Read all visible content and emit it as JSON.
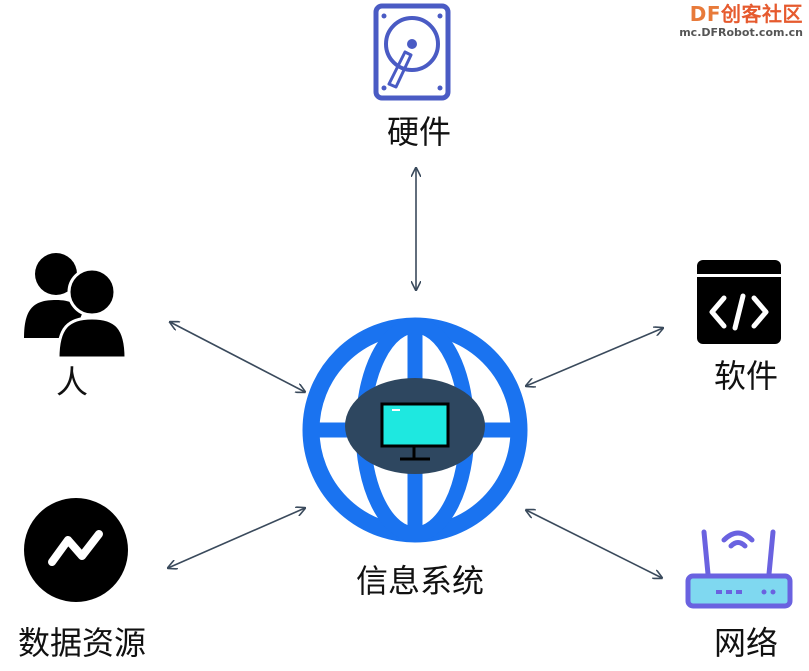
{
  "diagram": {
    "center_label": "信息系统",
    "nodes": {
      "hardware": {
        "label": "硬件",
        "icon": "hard-drive-icon"
      },
      "software": {
        "label": "软件",
        "icon": "code-window-icon"
      },
      "network": {
        "label": "网络",
        "icon": "wifi-router-icon"
      },
      "data": {
        "label": "数据资源",
        "icon": "chart-line-circle-icon"
      },
      "people": {
        "label": "人",
        "icon": "users-icon"
      }
    },
    "center_icon": "globe-monitor-icon"
  },
  "watermark": {
    "brand_prefix": "DF",
    "brand_name": "创客社区",
    "url": "mc.DFRobot.com.cn"
  },
  "colors": {
    "globe": "#1a73f0",
    "center_ellipse": "#2e4760",
    "monitor_screen": "#1ee8e0",
    "arrow": "#3a4a5c",
    "hardware_icon": "#4a5bc4",
    "router_icon": "#6a62e0",
    "router_body": "#7fd8f0"
  }
}
